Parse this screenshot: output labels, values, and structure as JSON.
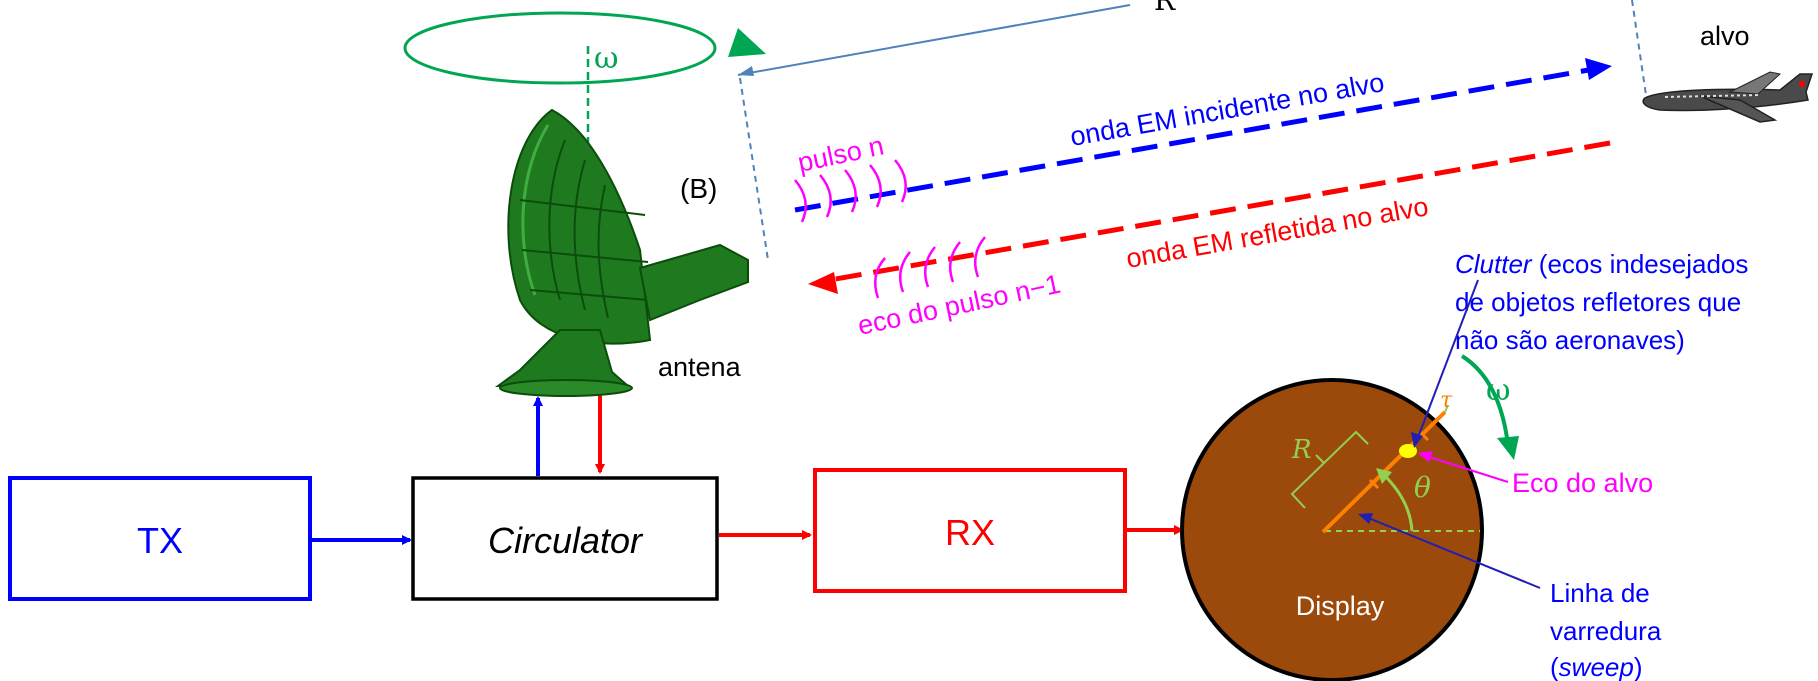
{
  "blocks": {
    "tx": "TX",
    "circulator": "Circulator",
    "rx": "RX"
  },
  "labels": {
    "range_top": "R",
    "target": "alvo",
    "antenna": "antena",
    "antenna_tag": "(B)",
    "omega_antenna": "ω",
    "pulse_n": "pulso n",
    "incident_wave": "onda EM incidente no alvo",
    "reflected_wave": "onda EM refletida no alvo",
    "echo_prev": "eco do pulso n−1",
    "display": "Display",
    "omega_display": "ω",
    "range_display": "R",
    "tau": "τ",
    "theta": "θ",
    "target_echo": "Eco do alvo"
  },
  "clutter": {
    "term": "Clutter",
    "line1_rest": " (ecos indesejados",
    "line2": "de objetos refletores  que",
    "line3": "não são aeronaves)"
  },
  "sweep": {
    "line1": "Linha de",
    "line2": "varredura",
    "open": "(",
    "term": "sweep",
    "close": ")"
  },
  "colors": {
    "tx_path": "#0000ff",
    "rx_path": "#ff0000",
    "omega": "#00a651",
    "pulse": "#ff00ff",
    "display_fill": "#9c4a0c",
    "sweep_line": "#ff8000",
    "range_bracket": "#92d050",
    "pointer_blue": "#1f1fb4",
    "range_line": "#4f81bd"
  }
}
